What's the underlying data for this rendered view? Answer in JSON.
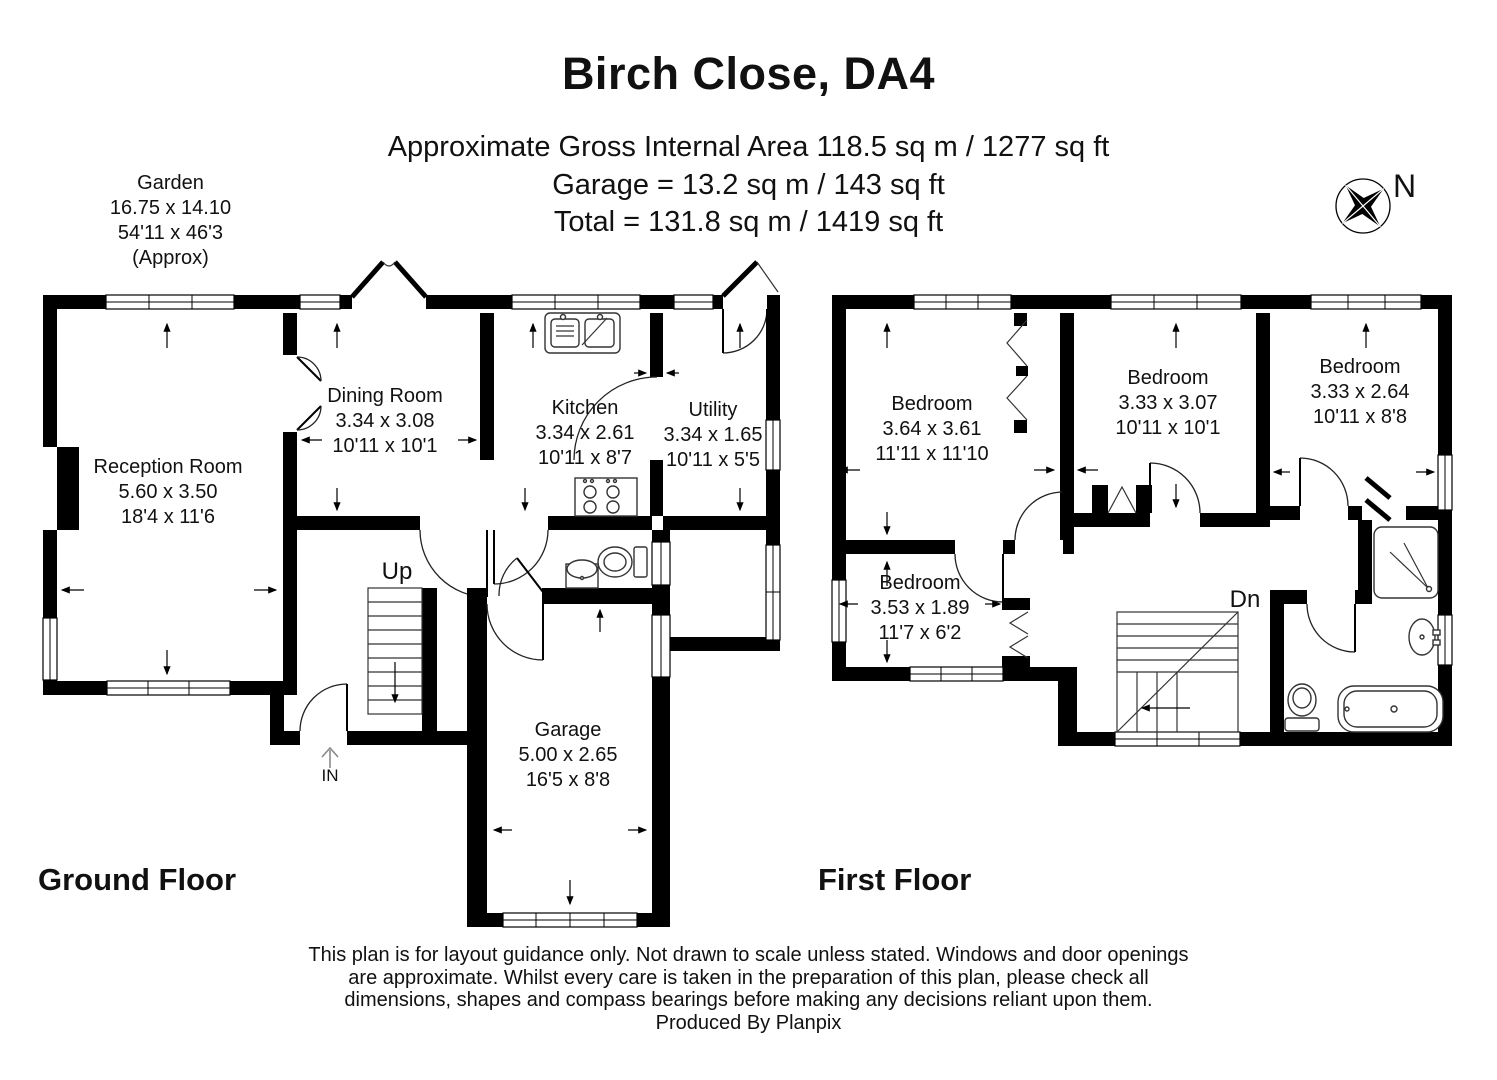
{
  "header": {
    "title": "Birch Close, DA4",
    "area_line1": "Approximate Gross Internal Area  118.5 sq m / 1277 sq ft",
    "area_line2": "Garage = 13.2 sq m / 143 sq ft",
    "area_line3": "Total = 131.8 sq m / 1419 sq ft"
  },
  "garden": {
    "name": "Garden",
    "metric": "16.75 x 14.10",
    "imperial": "54'11 x 46'3",
    "approx": "(Approx)"
  },
  "compass": {
    "label": "N"
  },
  "floors": [
    {
      "label": "Ground Floor"
    },
    {
      "label": "First Floor"
    }
  ],
  "rooms": [
    {
      "id": "reception",
      "name": "Reception Room",
      "metric": "5.60 x 3.50",
      "imperial": "18'4 x 11'6"
    },
    {
      "id": "dining",
      "name": "Dining Room",
      "metric": "3.34 x 3.08",
      "imperial": "10'11 x 10'1"
    },
    {
      "id": "kitchen",
      "name": "Kitchen",
      "metric": "3.34 x 2.61",
      "imperial": "10'11 x 8'7"
    },
    {
      "id": "utility",
      "name": "Utility",
      "metric": "3.34 x 1.65",
      "imperial": "10'11 x 5'5"
    },
    {
      "id": "garage",
      "name": "Garage",
      "metric": "5.00 x 2.65",
      "imperial": "16'5 x 8'8"
    },
    {
      "id": "bedroom1",
      "name": "Bedroom",
      "metric": "3.64 x 3.61",
      "imperial": "11'11 x 11'10"
    },
    {
      "id": "bedroom2",
      "name": "Bedroom",
      "metric": "3.33 x 3.07",
      "imperial": "10'11 x 10'1"
    },
    {
      "id": "bedroom3",
      "name": "Bedroom",
      "metric": "3.33 x 2.64",
      "imperial": "10'11 x 8'8"
    },
    {
      "id": "bedroom4",
      "name": "Bedroom",
      "metric": "3.53 x 1.89",
      "imperial": "11'7 x 6'2"
    }
  ],
  "annotations": {
    "up": "Up",
    "down": "Dn",
    "entrance": "IN"
  },
  "footer": {
    "line1": "This plan is for layout guidance only. Not drawn to scale unless stated. Windows and door openings",
    "line2": "are approximate. Whilst every care is taken in the preparation of this plan, please check all",
    "line3": "dimensions, shapes and compass bearings before making any decisions reliant upon them.",
    "line4": "Produced By Planpix"
  },
  "colors": {
    "walls": "#000000",
    "background": "#ffffff",
    "text": "#111111"
  }
}
